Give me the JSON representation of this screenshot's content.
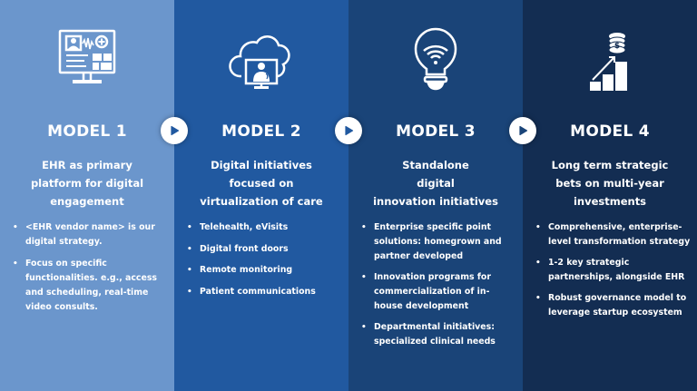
{
  "colors": {
    "model1_bg": "#6b96cc",
    "model2_bg": "#2159a0",
    "model3_bg": "#1a4478",
    "model4_bg": "#132d52",
    "arrow_bg": "#ffffff",
    "arrow_glyph": "#2159a0",
    "text": "#ffffff"
  },
  "models": [
    {
      "icon": "ehr-monitor-icon",
      "title": "MODEL 1",
      "subtitle": [
        "EHR as primary",
        "platform for digital",
        "engagement"
      ],
      "bullets": [
        "<EHR vendor name> is our digital strategy.",
        "Focus on specific functionalities. e.g., access and scheduling, real-time video consults."
      ]
    },
    {
      "icon": "cloud-telehealth-icon",
      "title": "MODEL 2",
      "subtitle": [
        "Digital initiatives",
        "focused on",
        "virtualization of care"
      ],
      "bullets": [
        "Telehealth, eVisits",
        "Digital front doors",
        "Remote monitoring",
        "Patient communications"
      ]
    },
    {
      "icon": "wifi-lightbulb-icon",
      "title": "MODEL 3",
      "subtitle": [
        "Standalone",
        "digital",
        "innovation initiatives"
      ],
      "bullets": [
        "Enterprise specific point solutions: homegrown and partner developed",
        "Innovation programs for commercialization of in-house development",
        "Departmental initiatives: specialized clinical needs"
      ]
    },
    {
      "icon": "growth-chart-coins-icon",
      "title": "MODEL 4",
      "subtitle": [
        "Long term strategic",
        "bets on multi-year",
        "investments"
      ],
      "bullets": [
        "Comprehensive, enterprise-level transformation strategy",
        "1-2 key strategic partnerships, alongside EHR",
        "Robust governance model to leverage startup ecosystem"
      ]
    }
  ],
  "arrows": [
    "play-arrow-icon",
    "play-arrow-icon",
    "play-arrow-icon"
  ]
}
